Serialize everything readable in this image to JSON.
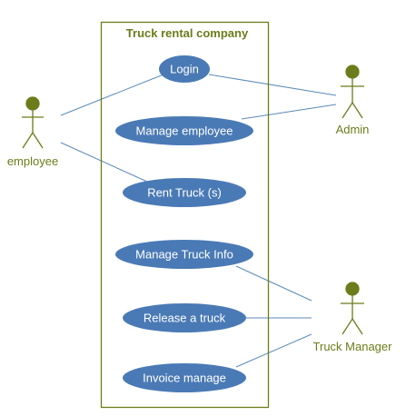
{
  "system": {
    "title": "Truck rental company"
  },
  "actors": [
    {
      "id": "employee",
      "label": "employee"
    },
    {
      "id": "admin",
      "label": "Admin"
    },
    {
      "id": "truck_manager",
      "label": "Truck Manager"
    }
  ],
  "use_cases": [
    {
      "id": "login",
      "label": "Login"
    },
    {
      "id": "manage_employee",
      "label": "Manage employee"
    },
    {
      "id": "rent_truck",
      "label": "Rent Truck (s)"
    },
    {
      "id": "manage_truck_info",
      "label": "Manage Truck Info"
    },
    {
      "id": "release_truck",
      "label": "Release a truck"
    },
    {
      "id": "invoice_manage",
      "label": "Invoice manage"
    }
  ],
  "associations": [
    {
      "actor": "employee",
      "use_case": "login"
    },
    {
      "actor": "employee",
      "use_case": "rent_truck"
    },
    {
      "actor": "admin",
      "use_case": "login"
    },
    {
      "actor": "admin",
      "use_case": "manage_employee"
    },
    {
      "actor": "truck_manager",
      "use_case": "manage_truck_info"
    },
    {
      "actor": "truck_manager",
      "use_case": "release_truck"
    },
    {
      "actor": "truck_manager",
      "use_case": "invoice_manage"
    }
  ],
  "colors": {
    "boundary": "#6b7d1a",
    "actor": "#6b7d1a",
    "use_case_fill": "#4a7ab5",
    "use_case_text": "#ffffff",
    "association": "#5b8ab8"
  }
}
